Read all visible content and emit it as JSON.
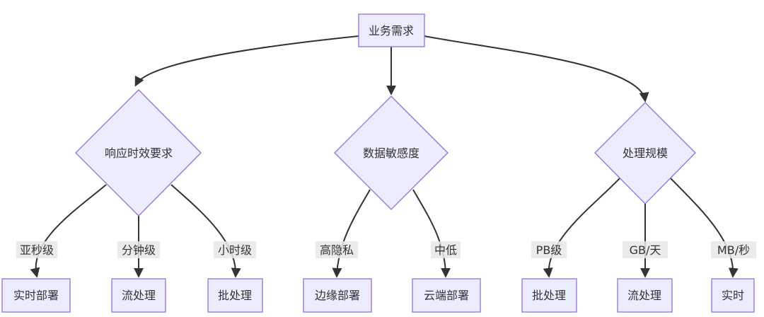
{
  "nodes": {
    "root": "业务需求",
    "response_time": "响应时效要求",
    "data_sensitivity": "数据敏感度",
    "scale": "处理规模",
    "realtime_deploy": "实时部署",
    "stream_processing_a": "流处理",
    "batch_processing_a": "批处理",
    "edge_deploy": "边缘部署",
    "cloud_deploy": "云端部署",
    "batch_processing_b": "批处理",
    "stream_processing_b": "流处理",
    "realtime": "实时"
  },
  "edge_labels": {
    "subsecond": "亚秒级",
    "minute": "分钟级",
    "hour": "小时级",
    "high_privacy": "高隐私",
    "medium_low": "中低",
    "pb": "PB级",
    "gb_per_day": "GB/天",
    "mb_per_sec": "MB/秒"
  },
  "colors": {
    "node_fill": "#ECECFF",
    "node_stroke": "#9370DB",
    "edge": "#333333",
    "label_bg": "#e8e8e8"
  }
}
